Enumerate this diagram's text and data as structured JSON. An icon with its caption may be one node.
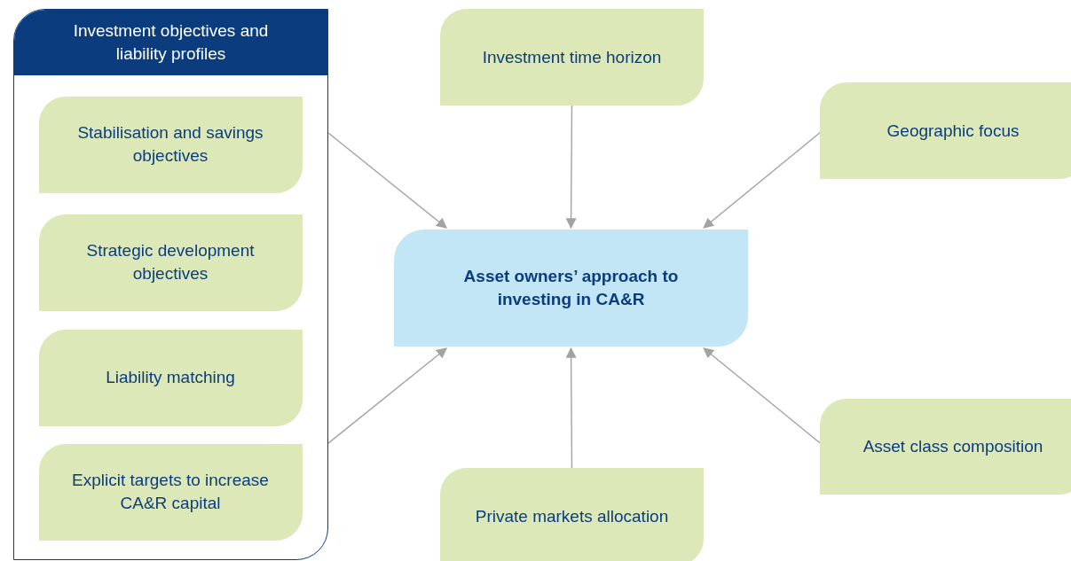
{
  "diagram": {
    "nodes": [
      {
        "text": [
          "Investment objectives and liability profiles"
        ]
      },
      {
        "text": [
          "Stabilisation and savings objectives"
        ],
        "in": 0
      },
      {
        "text": [
          "Strategic development objectives"
        ],
        "in": 0
      },
      {
        "text": [
          "Liability matching"
        ],
        "in": 0
      },
      {
        "text": [
          "Explicit targets to increase CA&R capital"
        ],
        "in": 0
      },
      {
        "text": [
          "Investment time horizon"
        ]
      },
      {
        "text": [
          "Geographic focus"
        ]
      },
      {
        "text": [
          "Asset owners’ approach to investing in CA&R"
        ]
      },
      {
        "text": [
          "Asset class composition"
        ]
      },
      {
        "text": [
          "Private markets allocation"
        ]
      }
    ],
    "edges": [
      {
        "from": 0,
        "to": 7,
        "arrow": "to"
      },
      {
        "from": 0,
        "to": 7,
        "arrow": "to"
      },
      {
        "from": 5,
        "to": 7,
        "arrow": "to"
      },
      {
        "from": 6,
        "to": 7,
        "arrow": "to"
      },
      {
        "from": 8,
        "to": 7,
        "arrow": "to"
      },
      {
        "from": 9,
        "to": 7,
        "arrow": "to"
      }
    ]
  }
}
